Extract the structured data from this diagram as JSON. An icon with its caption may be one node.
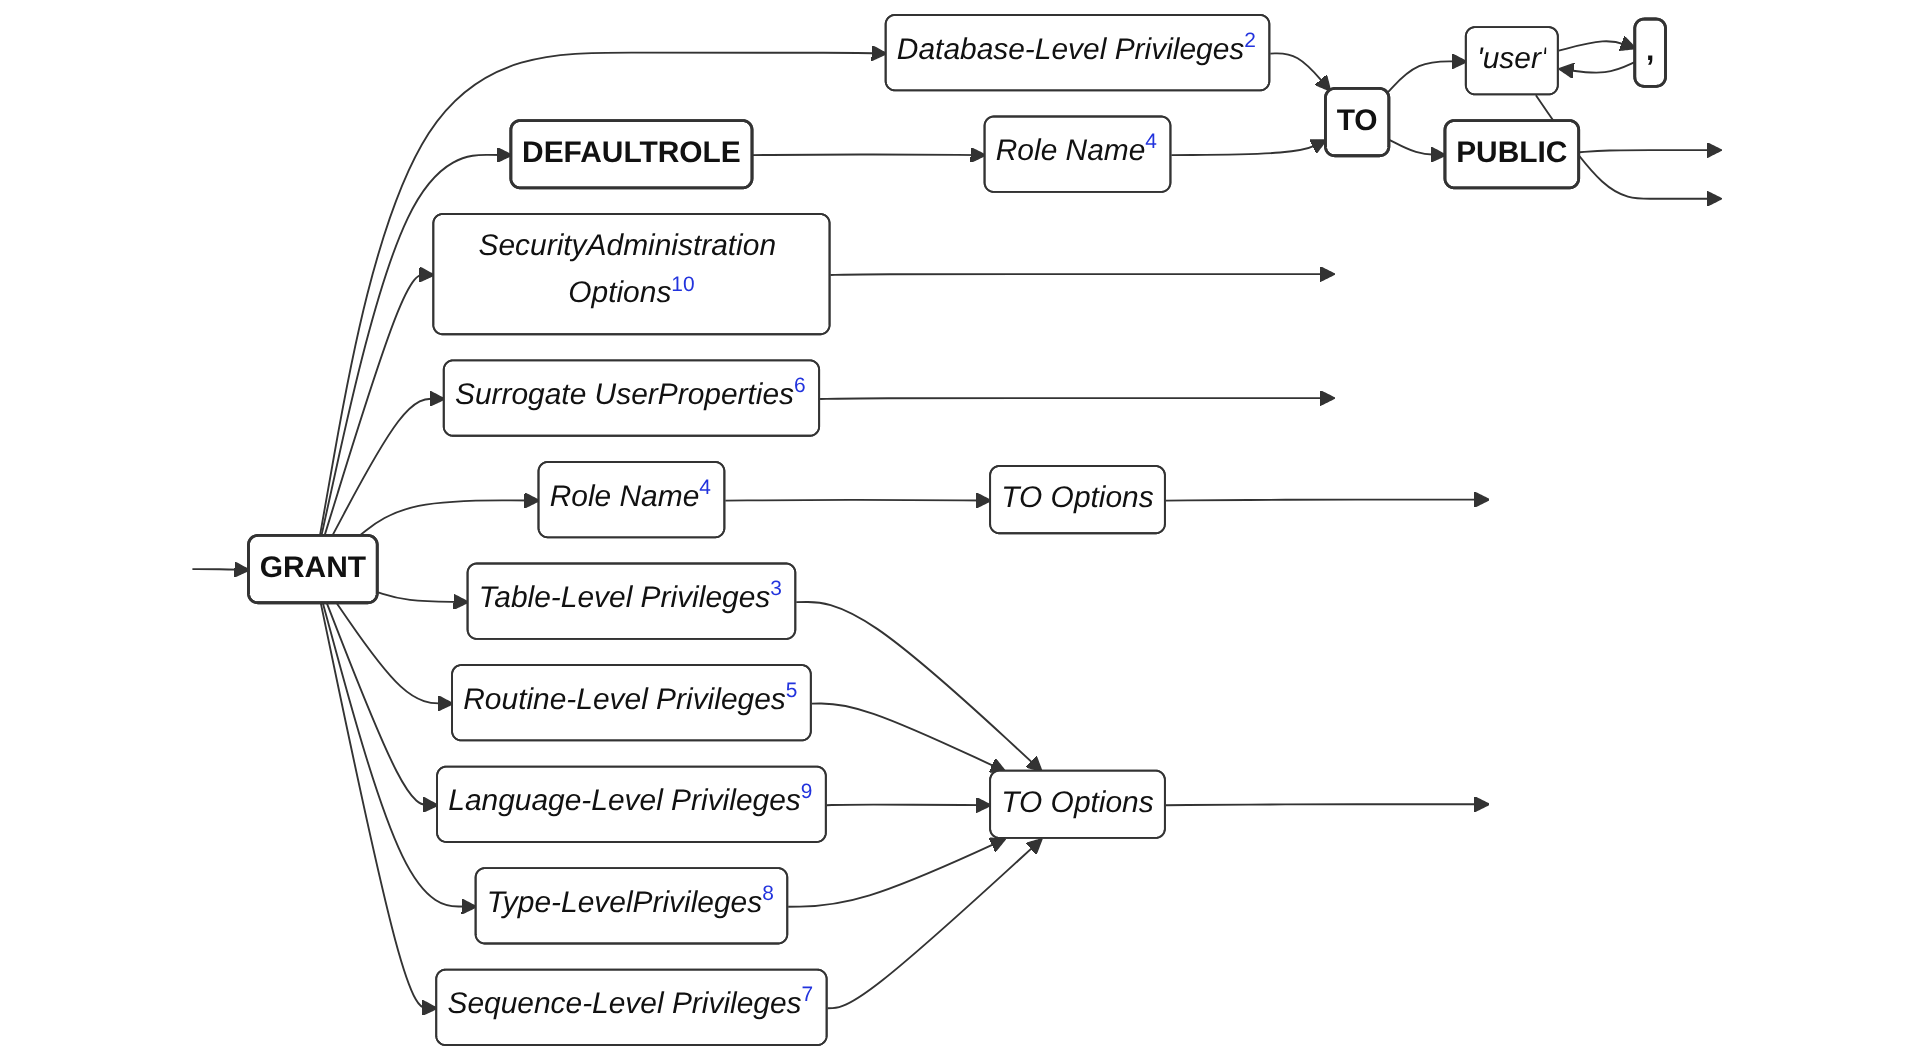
{
  "diagram": {
    "nodes": [
      {
        "text": [
          "GRANT"
        ]
      },
      {
        "text": [
          "Database-Level Privileges",
          "2"
        ]
      },
      {
        "text": [
          "DEFAULTROLE"
        ]
      },
      {
        "text": [
          "Role Name",
          "4"
        ]
      },
      {
        "text": [
          "TO"
        ]
      },
      {
        "text": [
          "PUBLIC"
        ]
      },
      {
        "text": [
          ","
        ]
      },
      {
        "text": [
          "'user'"
        ]
      },
      {
        "text": [
          "Role Name",
          "4"
        ]
      },
      {
        "text": [
          "TO Options"
        ]
      },
      {
        "text": [
          "SecurityAdministration Options",
          "10"
        ]
      },
      {
        "text": [
          "Surrogate UserProperties",
          "6"
        ]
      },
      {
        "text": [
          "Table-Level Privileges",
          "3"
        ]
      },
      {
        "text": [
          "TO Options"
        ]
      },
      {
        "text": [
          "Routine-Level Privileges",
          "5"
        ]
      },
      {
        "text": [
          "Language-Level Privileges",
          "9"
        ]
      },
      {
        "text": [
          "Type-LevelPrivileges",
          "8"
        ]
      },
      {
        "text": [
          "Sequence-Level Privileges",
          "7"
        ]
      }
    ],
    "edges": [
      {
        "from": null,
        "to": 0,
        "arrow": "to"
      },
      {
        "from": 0,
        "to": 1,
        "arrow": "to"
      },
      {
        "from": 0,
        "to": 2,
        "arrow": "to"
      },
      {
        "from": 2,
        "to": 3,
        "arrow": "to"
      },
      {
        "from": 1,
        "to": 4,
        "arrow": "to"
      },
      {
        "from": 3,
        "to": 4,
        "arrow": "to"
      },
      {
        "from": 4,
        "to": 5,
        "arrow": "to"
      },
      {
        "from": 4,
        "to": 7,
        "arrow": "to"
      },
      {
        "from": 7,
        "to": 6,
        "arrow": "to"
      },
      {
        "from": 6,
        "to": 7,
        "arrow": "to"
      },
      {
        "from": 5,
        "to": null,
        "arrow": "to"
      },
      {
        "from": 7,
        "to": null,
        "arrow": "to"
      },
      {
        "from": 0,
        "to": 8,
        "arrow": "to"
      },
      {
        "from": 8,
        "to": 9,
        "arrow": "to"
      },
      {
        "from": 0,
        "to": 10,
        "arrow": "to"
      },
      {
        "from": 0,
        "to": 11,
        "arrow": "to"
      },
      {
        "from": 9,
        "to": null,
        "arrow": "to"
      },
      {
        "from": 10,
        "to": null,
        "arrow": "to"
      },
      {
        "from": 11,
        "to": null,
        "arrow": "to"
      },
      {
        "from": 0,
        "to": 12,
        "arrow": "to"
      },
      {
        "from": 0,
        "to": 14,
        "arrow": "to"
      },
      {
        "from": 0,
        "to": 15,
        "arrow": "to"
      },
      {
        "from": 0,
        "to": 16,
        "arrow": "to"
      },
      {
        "from": 0,
        "to": 17,
        "arrow": "to"
      },
      {
        "from": 12,
        "to": 13,
        "arrow": "to"
      },
      {
        "from": 14,
        "to": 13,
        "arrow": "to"
      },
      {
        "from": 15,
        "to": 13,
        "arrow": "to"
      },
      {
        "from": 16,
        "to": 13,
        "arrow": "to"
      },
      {
        "from": 17,
        "to": 13,
        "arrow": "to"
      },
      {
        "from": 13,
        "to": null,
        "arrow": "to"
      }
    ]
  }
}
